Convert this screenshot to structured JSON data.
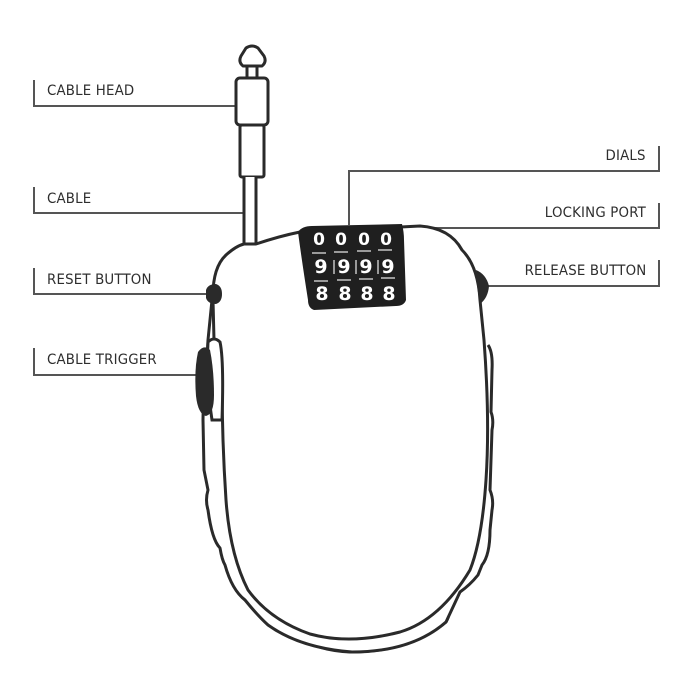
{
  "diagram": {
    "subject": "retractable cable combination lock",
    "line_color": "#2a2a2a",
    "leader_color": "#555555",
    "fill_color": "#ffffff",
    "labels": {
      "cable_head": "CABLE HEAD",
      "cable": "CABLE",
      "reset_button": "RESET BUTTON",
      "cable_trigger": "CABLE TRIGGER",
      "dials": "DIALS",
      "locking_port": "LOCKING PORT",
      "release_button": "RELEASE BUTTON"
    },
    "dial_rows": [
      [
        "0",
        "0",
        "0",
        "0"
      ],
      [
        "9",
        "9",
        "9",
        "9"
      ],
      [
        "8",
        "8",
        "8",
        "8"
      ]
    ]
  }
}
